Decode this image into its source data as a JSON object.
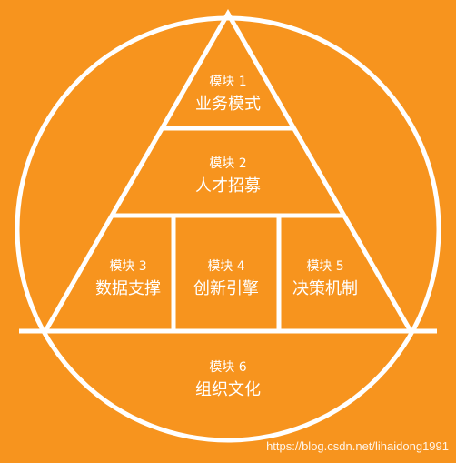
{
  "colors": {
    "background": "#F7941E",
    "stroke": "#FFFFFF"
  },
  "modules": [
    {
      "label": "模块 1",
      "name": "业务模式"
    },
    {
      "label": "模块 2",
      "name": "人才招募"
    },
    {
      "label": "模块 3",
      "name": "数据支撑"
    },
    {
      "label": "模块 4",
      "name": "创新引擎"
    },
    {
      "label": "模块 5",
      "name": "决策机制"
    },
    {
      "label": "模块 6",
      "name": "组织文化"
    }
  ],
  "watermark": "https://blog.csdn.net/lihaidong1991"
}
